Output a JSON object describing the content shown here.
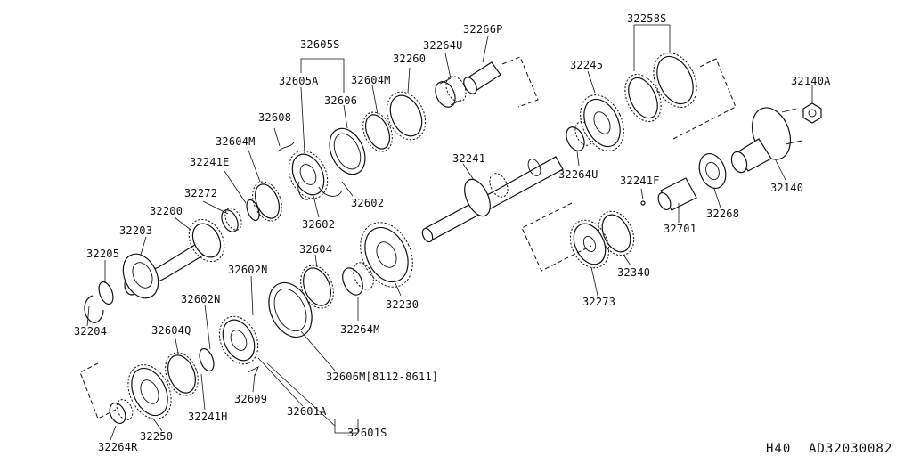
{
  "labels": {
    "p32266P": "32266P",
    "p32605S": "32605S",
    "p32264U_top": "32264U",
    "p32605A": "32605A",
    "p32604M_top": "32604M",
    "p32260": "32260",
    "p32606": "32606",
    "p32608": "32608",
    "p32604M_mid": "32604M",
    "p32241E": "32241E",
    "p32272": "32272",
    "p32200": "32200",
    "p32203": "32203",
    "p32205": "32205",
    "p32204": "32204",
    "p32602_a": "32602",
    "p32602_b": "32602",
    "p32604": "32604",
    "p32602N_a": "32602N",
    "p32602N_b": "32602N",
    "p32604Q": "32604Q",
    "p32241H": "32241H",
    "p32609": "32609",
    "p32601A": "32601A",
    "p32606M": "32606M[8112-8611]",
    "p32601S": "32601S",
    "p32250": "32250",
    "p32264R": "32264R",
    "p32264M": "32264M",
    "p32230": "32230",
    "p32241": "32241",
    "p32245": "32245",
    "p32258S": "32258S",
    "p32264U_right": "32264U",
    "p32241F": "32241F",
    "p32140A": "32140A",
    "p32140": "32140",
    "p32268": "32268",
    "p32701": "32701",
    "p32340": "32340",
    "p32273": "32273"
  },
  "footer": {
    "page_code": "H40",
    "drawing_code": "AD32030082"
  }
}
